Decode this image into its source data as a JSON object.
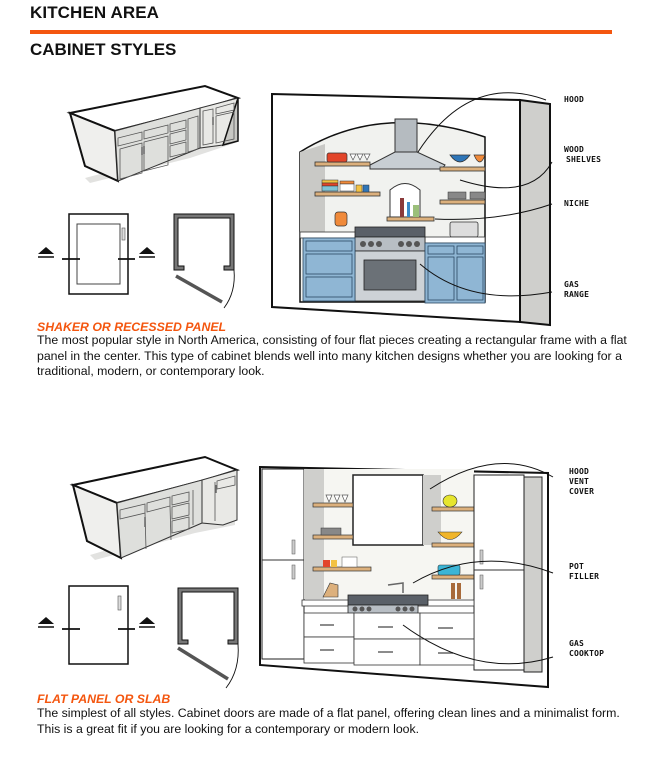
{
  "page": {
    "title": "KITCHEN AREA",
    "subtitle": "CABINET STYLES",
    "accent_color": "#f4560f"
  },
  "sections": [
    {
      "title": "SHAKER OR RECESSED PANEL",
      "description": "The most popular style in North America, consisting of four flat pieces creating a rectangular frame with a flat panel in the center. This type of cabinet blends well into many kitchen designs whether you are looking for a traditional, modern, or contemporary look.",
      "cabinet_color": "#8fb6d4",
      "callouts": [
        "HOOD",
        "WOOD SHELVES",
        "NICHE",
        "GAS RANGE"
      ]
    },
    {
      "title": "FLAT PANEL OR SLAB",
      "description": "The simplest of all styles. Cabinet doors are made of a flat panel, offering clean lines and a minimalist form. This is a great fit if you are looking for a contemporary or modern look.",
      "cabinet_color": "#ffffff",
      "callouts": [
        "HOOD VENT COVER",
        "POT FILLER",
        "GAS COOKTOP"
      ]
    }
  ],
  "callout_lines": {
    "hood": "HOOD",
    "wood_1": "WOOD",
    "wood_2": "SHELVES",
    "niche": "NICHE",
    "gas_1": "GAS",
    "gas_2": "RANGE",
    "hvc_1": "HOOD",
    "hvc_2": "VENT",
    "hvc_3": "COVER",
    "pot_1": "POT",
    "pot_2": "FILLER",
    "cook_1": "GAS",
    "cook_2": "COOKTOP"
  }
}
